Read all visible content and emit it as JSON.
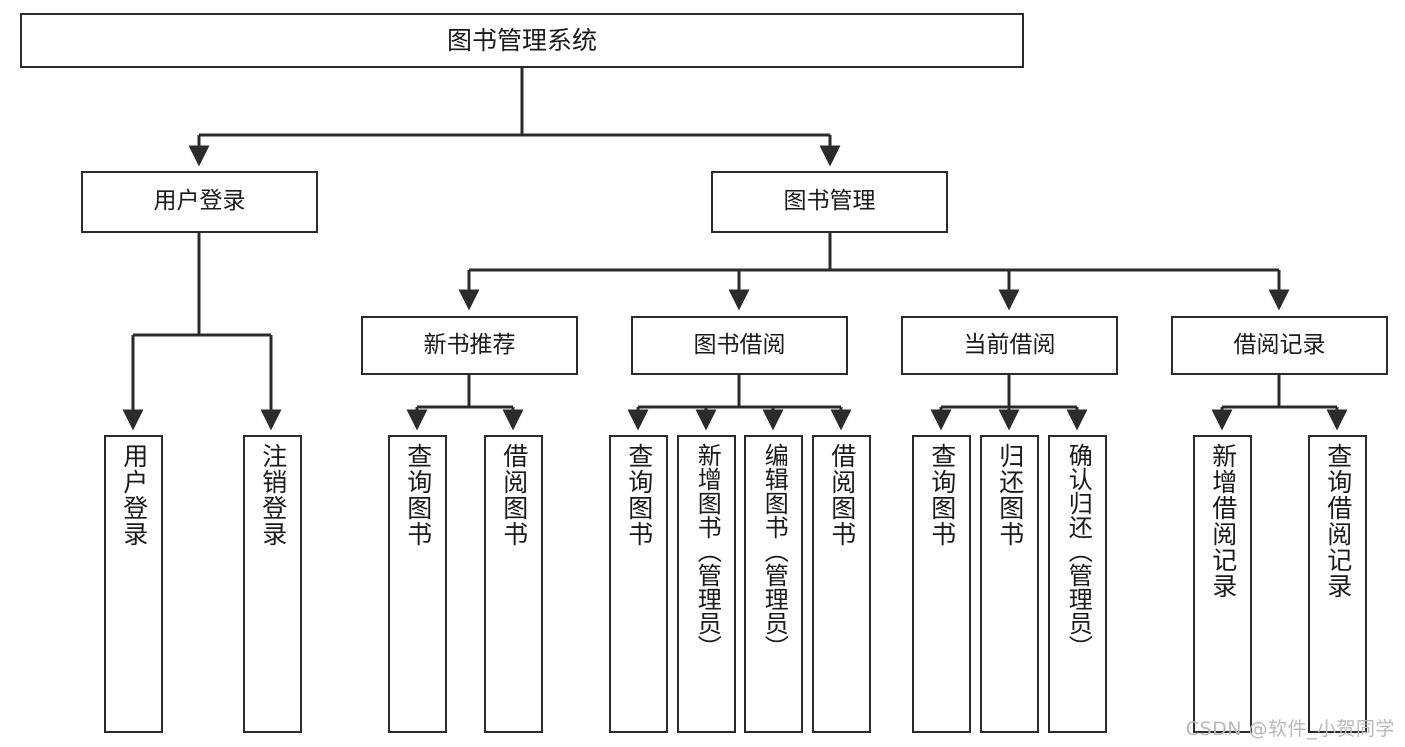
{
  "diagram": {
    "type": "tree-hierarchy-chart",
    "title": "图书管理系统",
    "watermark": "CSDN @软件_小贺同学",
    "colors": {
      "box_border": "#2b2b2b",
      "box_fill": "#ffffff",
      "connector": "#2b2b2b",
      "text": "#1a1a1a",
      "watermark": "#b9b9b9",
      "canvas": "#ffffff"
    },
    "root": {
      "label": "图书管理系统"
    },
    "level2": [
      {
        "label": "用户登录"
      },
      {
        "label": "图书管理"
      }
    ],
    "level3": [
      {
        "label": "新书推荐"
      },
      {
        "label": "图书借阅"
      },
      {
        "label": "当前借阅"
      },
      {
        "label": "借阅记录"
      }
    ],
    "leaves": {
      "user_login": [
        {
          "label": "用户登录"
        },
        {
          "label": "注销登录"
        }
      ],
      "new_book_recommend": [
        {
          "label": "查询图书"
        },
        {
          "label": "借阅图书"
        }
      ],
      "book_borrow": [
        {
          "label": "查询图书"
        },
        {
          "label": "新增图书（管理员）"
        },
        {
          "label": "编辑图书（管理员）"
        },
        {
          "label": "借阅图书"
        }
      ],
      "current_borrow": [
        {
          "label": "查询图书"
        },
        {
          "label": "归还图书"
        },
        {
          "label": "确认归还（管理员）"
        }
      ],
      "borrow_record": [
        {
          "label": "新增借阅记录"
        },
        {
          "label": "查询借阅记录"
        }
      ]
    }
  }
}
